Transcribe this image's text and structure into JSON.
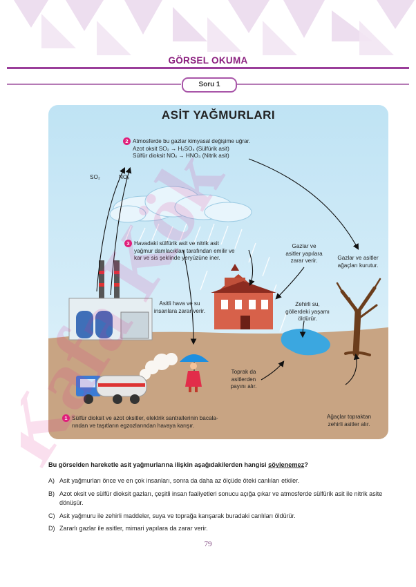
{
  "header": {
    "section_title": "GÖRSEL OKUMA",
    "question_badge": "Soru 1"
  },
  "watermark": {
    "text": "Kafa Kök"
  },
  "figure": {
    "title": "ASİT YAĞMURLARI",
    "step2": {
      "num": "2",
      "line1": "Atmosferde bu gazlar kimyasal değişime uğrar.",
      "line2": "Azot oksit SO₂ → H₂SO₄ (Sülfürik asit)",
      "line3": "Sülfür dioksit NOₓ → HNO₃ (Nitrik asit)"
    },
    "gas_so2": "SO₂",
    "gas_nox": "NOₓ",
    "step3": {
      "num": "3",
      "line1": "Havadaki sülfürik asit ve nitrik asit",
      "line2": "yağmur damlacıkları tarafından emilir ve",
      "line3": "kar ve sis şeklinde yeryüzüne iner."
    },
    "buildings": {
      "line1": "Gazlar ve",
      "line2": "asitler yapılara",
      "line3": "zarar verir."
    },
    "trees_dry": {
      "line1": "Gazlar ve asitler",
      "line2": "ağaçları kurutur."
    },
    "people": {
      "line1": "Asitli hava ve su",
      "line2": "insanlara zarar verir."
    },
    "lakes": {
      "line1": "Zehirli su,",
      "line2": "göllerdeki yaşamı",
      "line3": "öldürür."
    },
    "soil": {
      "line1": "Toprak da",
      "line2": "asitlerden",
      "line3": "payını alır."
    },
    "trees_soil": {
      "line1": "Ağaçlar topraktan",
      "line2": "zehirli asitler alır."
    },
    "step1": {
      "num": "1",
      "line1": "Sülfür dioksit ve azot oksitler, elektrik santrallerinin bacala-",
      "line2": "rından ve taşıtların egzozlarından havaya karışır."
    }
  },
  "question": {
    "stem_prefix": "Bu görselden hareketle asit yağmurlarına ilişkin aşağıdakilerden hangisi ",
    "stem_emphasis": "söylenemez",
    "stem_suffix": "?"
  },
  "options": [
    {
      "letter": "A)",
      "text": "Asit yağmurları önce ve en çok insanları, sonra da daha az ölçüde öteki canlıları etkiler."
    },
    {
      "letter": "B)",
      "text": "Azot oksit ve sülfür dioksit gazları, çeşitli insan faaliyetleri sonucu açığa çıkar ve atmosferde sülfürik asit ile nitrik asite dönüşür."
    },
    {
      "letter": "C)",
      "text": "Asit yağmuru ile zehirli maddeler, suya ve toprağa karışarak buradaki canlıları öldürür."
    },
    {
      "letter": "D)",
      "text": "Zararlı gazlar ile asitler, mimari yapılara da zarar verir."
    }
  ],
  "page_number": "79",
  "colors": {
    "accent": "#8b1f7f",
    "sky": "#cfe9f6",
    "ground": "#c8a483",
    "step_badge": "#e01f7a"
  }
}
